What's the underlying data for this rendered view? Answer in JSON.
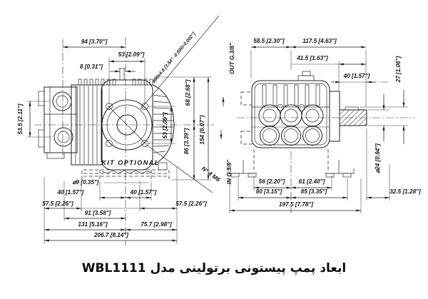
{
  "colors": {
    "ink": "#1a1a1a",
    "background": "#ffffff"
  },
  "caption": "ابعاد پمپ پیستونی برتولینی مدل WBL1111",
  "left_view": {
    "dims": {
      "top_94": "94 [3.70\"]",
      "top_53": "53 [2.09\"]",
      "top_8": "8 [0.31\"]",
      "left_53_5": "53.5 [2.11\"]",
      "right_53": "53 [2.09\"]",
      "right_68": "68 [2.68\"]",
      "right_86": "86 [3.39\"]",
      "right_154": "154 [6.07\"]",
      "flange_dia": "⌀90x4.8 [3.54\" -0.000/-0.002\"]",
      "bolt_note": "N° 4 M6",
      "kit_label": "KIT OPTIONAL",
      "hole_9": "⌀9 [0.35\"]",
      "bottom_40L": "40 [1.57\"]",
      "bottom_40R": "40 [1.57\"]",
      "bottom_57L": "57.5 [2.26\"]",
      "bottom_57R": "57.5 [2.26\"]",
      "bottom_91": "91 [3.58\"]",
      "bottom_131": "131 [5.16\"]",
      "bottom_75": "75.7 [2.98\"]",
      "bottom_206": "206.7 [8.14\"]"
    }
  },
  "right_view": {
    "dims": {
      "top_58": "58.5 [2.30\"]",
      "top_117": "117.5 [4.63\"]",
      "top_41": "41.5 [1.63\"]",
      "top_40": "40 [1.57\"]",
      "out_port": "OUT G.3/8\"",
      "in_port": "IN G.3/8\"",
      "right_27": "27 [1.06\"]",
      "shaft_24": "⌀24 [0.94\"]",
      "bottom_56": "56 [2.20\"]",
      "bottom_61": "61 [2.40\"]",
      "bottom_80": "80 [3.15\"]",
      "bottom_85": "85 [3.35\"]",
      "bottom_197": "197.5 [7.78\"]",
      "right_32": "32.5 [1.28\"]"
    }
  }
}
